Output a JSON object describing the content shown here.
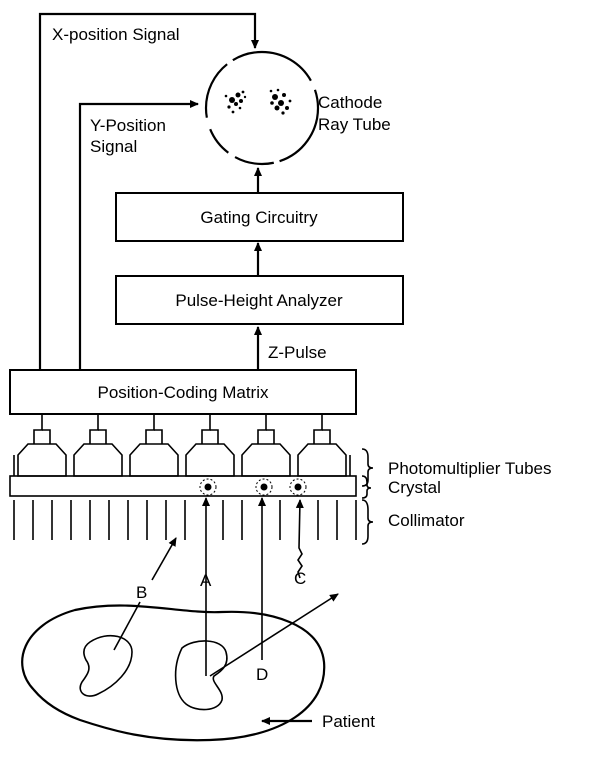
{
  "labels": {
    "x_signal": "X-position Signal",
    "y_signal_1": "Y-Position",
    "y_signal_2": "Signal",
    "crt_1": "Cathode",
    "crt_2": "Ray Tube",
    "z_pulse": "Z-Pulse",
    "pmt": "Photomultiplier Tubes",
    "crystal": "Crystal",
    "collimator": "Collimator",
    "patient": "Patient",
    "ray_a": "A",
    "ray_b": "B",
    "ray_c": "C",
    "ray_d": "D"
  },
  "boxes": {
    "gating": "Gating Circuitry",
    "pha": "Pulse-Height Analyzer",
    "pcm": "Position-Coding Matrix"
  }
}
